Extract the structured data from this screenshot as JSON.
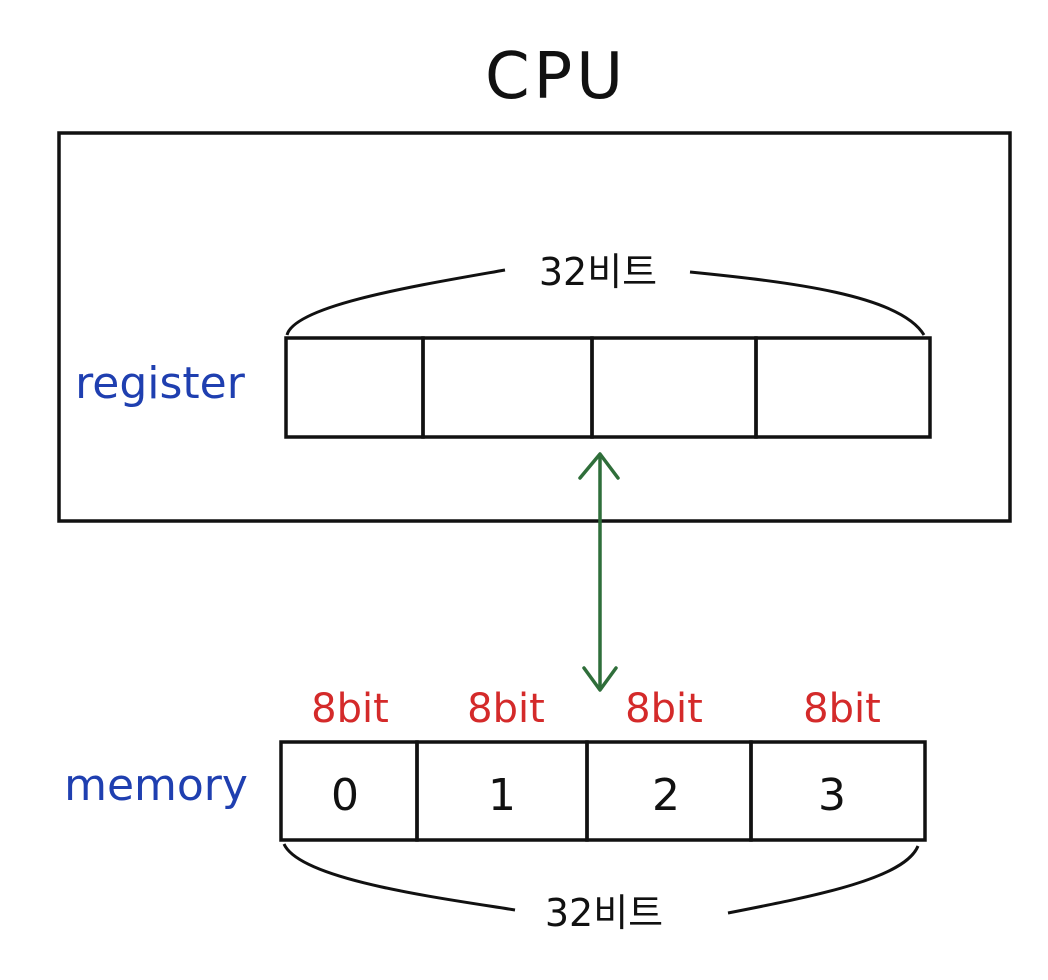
{
  "cpu": {
    "title": "CPU",
    "register": {
      "label": "register",
      "width_label": "32비트",
      "cells": [
        "",
        "",
        "",
        ""
      ]
    }
  },
  "memory": {
    "label": "memory",
    "width_label": "32비트",
    "cells": [
      {
        "value": "0",
        "size_label": "8bit"
      },
      {
        "value": "1",
        "size_label": "8bit"
      },
      {
        "value": "2",
        "size_label": "8bit"
      },
      {
        "value": "3",
        "size_label": "8bit"
      }
    ]
  },
  "colors": {
    "ink": "#111111",
    "label_blue": "#1f3fb0",
    "bit_red": "#d42a2a",
    "arrow_green": "#2f6e3a"
  }
}
